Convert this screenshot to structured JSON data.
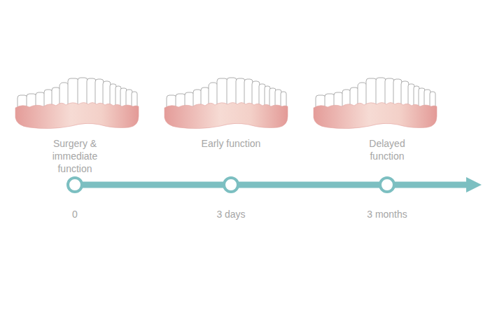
{
  "diagram": {
    "nodes": [
      {
        "text": [
          "Surgery & immediate function",
          "0"
        ]
      },
      {
        "text": [
          "Early function",
          "3 days"
        ]
      },
      {
        "text": [
          "Delayed function",
          "3 months"
        ]
      }
    ],
    "edges": [
      {
        "from": 0,
        "to": 1,
        "arrow": "none"
      },
      {
        "from": 1,
        "to": 2,
        "arrow": "none"
      }
    ]
  }
}
